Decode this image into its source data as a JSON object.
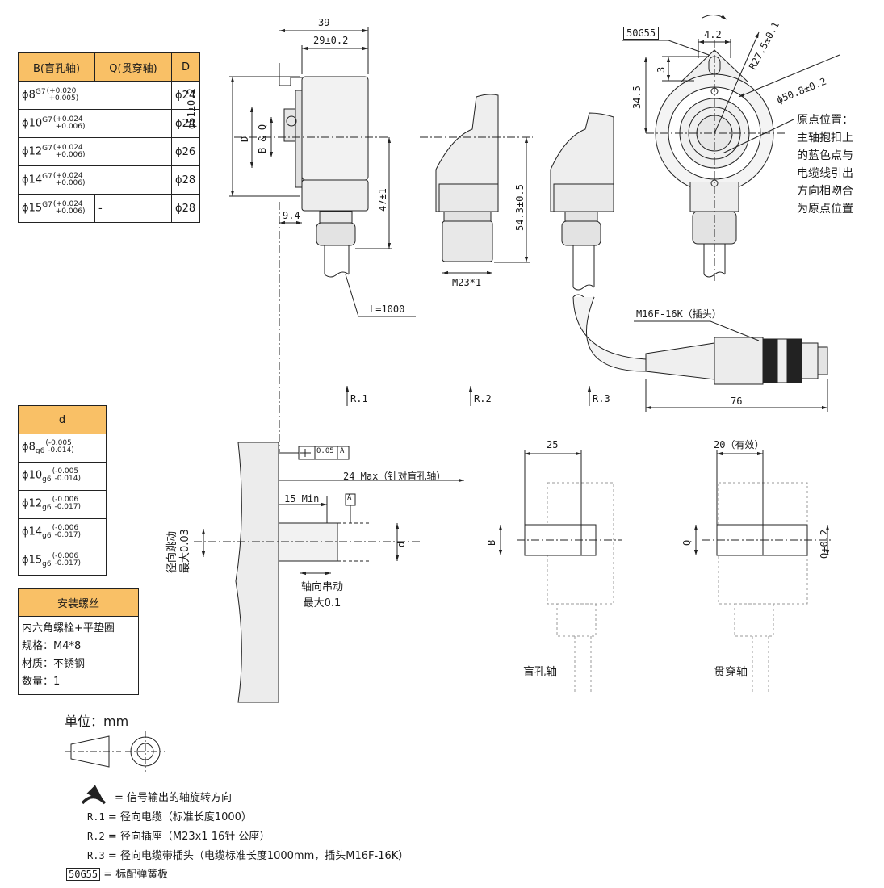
{
  "table_bq": {
    "headers": [
      "B(盲孔轴)",
      "Q(贯穿轴)",
      "D"
    ],
    "rows": [
      {
        "b": "ϕ8",
        "fit": "G7",
        "tol_hi": "+0.020",
        "tol_lo": "+0.005",
        "q": "",
        "d": "ϕ24"
      },
      {
        "b": "ϕ10",
        "fit": "G7",
        "tol_hi": "+0.024",
        "tol_lo": "+0.006",
        "q": "",
        "d": "ϕ24"
      },
      {
        "b": "ϕ12",
        "fit": "G7",
        "tol_hi": "+0.024",
        "tol_lo": "+0.006",
        "q": "",
        "d": "ϕ26"
      },
      {
        "b": "ϕ14",
        "fit": "G7",
        "tol_hi": "+0.024",
        "tol_lo": "+0.006",
        "q": "",
        "d": "ϕ28"
      },
      {
        "b": "ϕ15",
        "fit": "G7",
        "tol_hi": "+0.024",
        "tol_lo": "+0.006",
        "q": "-",
        "d": "ϕ28"
      }
    ]
  },
  "table_d": {
    "header": "d",
    "rows": [
      {
        "d": "ϕ8",
        "fit": "g6",
        "tol_hi": "-0.005",
        "tol_lo": "-0.014"
      },
      {
        "d": "ϕ10",
        "fit": "g6",
        "tol_hi": "-0.005",
        "tol_lo": "-0.014"
      },
      {
        "d": "ϕ12",
        "fit": "g6",
        "tol_hi": "-0.006",
        "tol_lo": "-0.017"
      },
      {
        "d": "ϕ14",
        "fit": "g6",
        "tol_hi": "-0.006",
        "tol_lo": "-0.017"
      },
      {
        "d": "ϕ15",
        "fit": "g6",
        "tol_hi": "-0.006",
        "tol_lo": "-0.017"
      }
    ]
  },
  "screw_table": {
    "header": "安装螺丝",
    "lines": [
      "内六角螺栓+平垫圈",
      "规格：M4*8",
      "材质：不锈钢",
      "数量：1"
    ]
  },
  "unit_label": "单位：mm",
  "dimensions": {
    "d39": "39",
    "d29": "29±0.2",
    "d51": "ϕ51±0.2",
    "dD": "D",
    "dBQ": "B & Q",
    "d47": "47±1",
    "d94": "9.4",
    "cable": "L=1000",
    "m23": "M23*1",
    "d543": "54.3±0.5",
    "plug": "M16F-16K（插头）",
    "d76": "76",
    "tag": "50G55",
    "d42": "4.2",
    "r275": "R27.5±0.1",
    "d3": "3",
    "d345": "34.5",
    "d508": "ϕ50.8±0.2",
    "r1": "R.1",
    "r2": "R.2",
    "r3": "R.3",
    "tol_frame": "0.05",
    "datum": "A",
    "d24max": "24 Max（针对盲孔轴）",
    "d15min": "15 Min",
    "d_small": "d",
    "radial1": "径向跳动",
    "radial2": "最大0.03",
    "axial1": "轴向串动",
    "axial2": "最大0.1",
    "d25": "25",
    "d20": "20（有效）",
    "sB": "B",
    "sQ": "Q",
    "q02": "Q+0.2",
    "blind": "盲孔轴",
    "through": "贯穿轴"
  },
  "origin_note": [
    "原点位置：",
    "主轴抱扣上",
    "的蓝色点与",
    "电缆线引出",
    "方向相吻合",
    "为原点位置"
  ],
  "legend": {
    "rotation": "= 信号输出的轴旋转方向",
    "items": [
      {
        "key": "R.1",
        "text": "= 径向电缆（标准长度1000）"
      },
      {
        "key": "R.2",
        "text": "= 径向插座（M23x1 16针 公座）"
      },
      {
        "key": "R.3",
        "text": "= 径向电缆带插头（电缆标准长度1000mm，插头M16F-16K）"
      }
    ],
    "tag_key": "50G55",
    "tag_text": "= 标配弹簧板"
  },
  "colors": {
    "header_fill": "#f9c066",
    "line": "#222222",
    "body_grey": "#f0f0f0"
  }
}
